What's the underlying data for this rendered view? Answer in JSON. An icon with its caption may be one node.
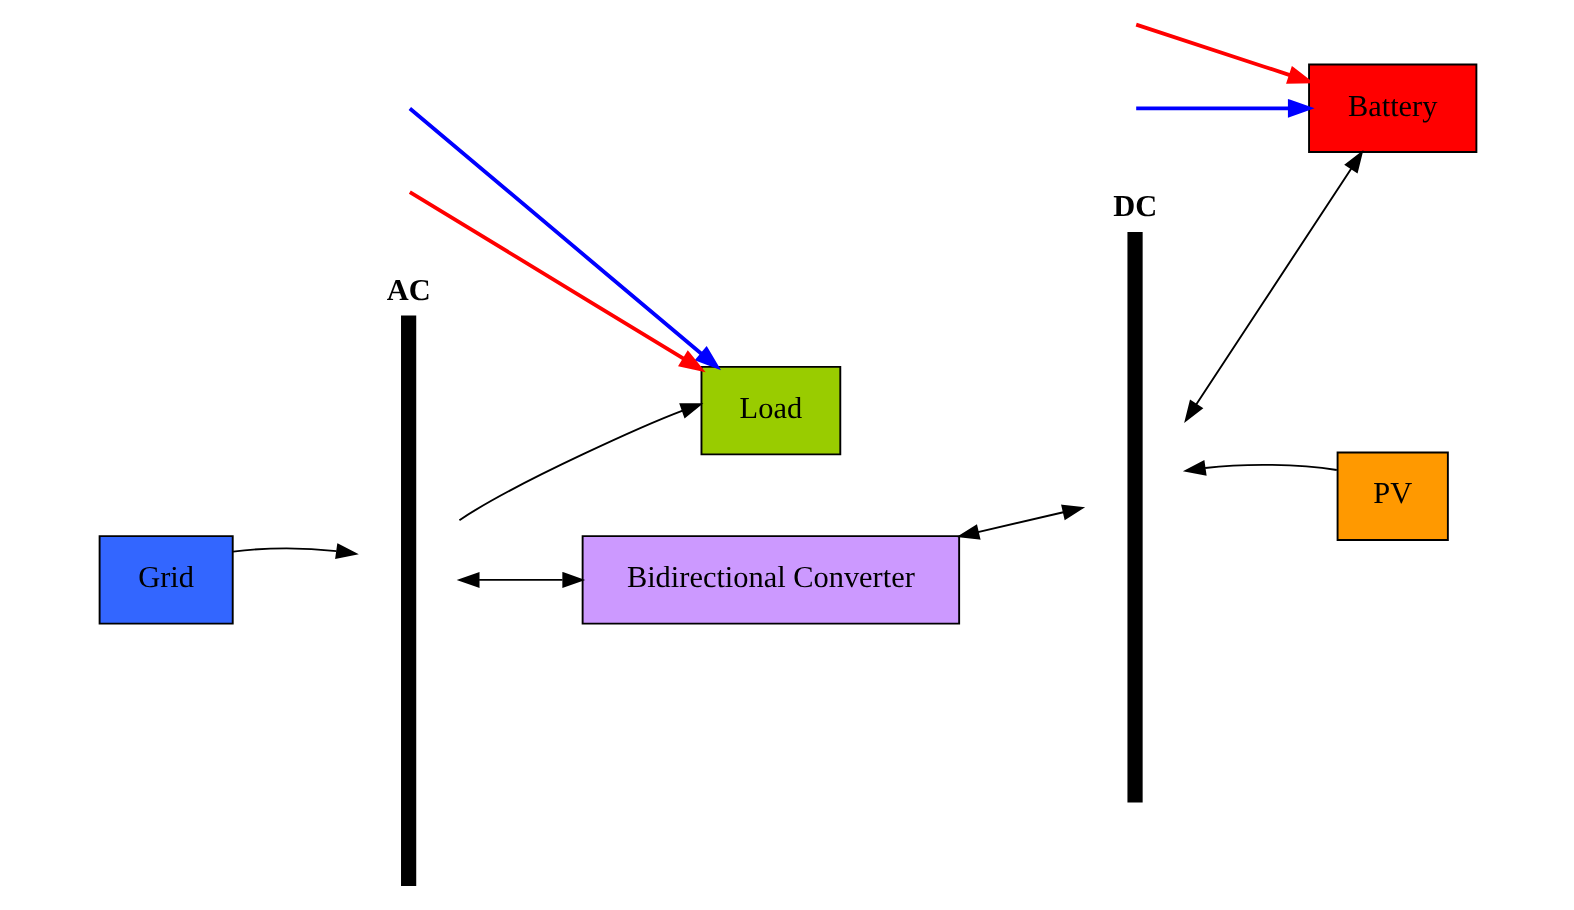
{
  "diagram": {
    "nodes": [
      {
        "text": [
          "AC"
        ]
      },
      {
        "text": [
          "DC"
        ]
      },
      {
        "text": [
          "Grid"
        ]
      },
      {
        "text": [
          "Load"
        ]
      },
      {
        "text": [
          "Bidirectional Converter"
        ]
      },
      {
        "text": [
          "PV"
        ]
      },
      {
        "text": [
          "Battery"
        ]
      }
    ],
    "edges": [
      {
        "from": 2,
        "to": 0,
        "arrow": "to"
      },
      {
        "from": 0,
        "to": 3,
        "arrow": "to"
      },
      {
        "from": 5,
        "to": 1,
        "arrow": "to"
      },
      {
        "from": 0,
        "to": 4,
        "arrow": "both"
      },
      {
        "from": 4,
        "to": 1,
        "arrow": "both"
      },
      {
        "from": 1,
        "to": 6,
        "arrow": "both"
      },
      {
        "from": null,
        "to": 3,
        "arrow": "to",
        "color": "#0000ff"
      },
      {
        "from": null,
        "to": 3,
        "arrow": "to",
        "color": "#ff0000"
      },
      {
        "from": null,
        "to": 6,
        "arrow": "to",
        "color": "#ff0000"
      },
      {
        "from": null,
        "to": 6,
        "arrow": "to",
        "color": "#0000ff"
      }
    ]
  }
}
